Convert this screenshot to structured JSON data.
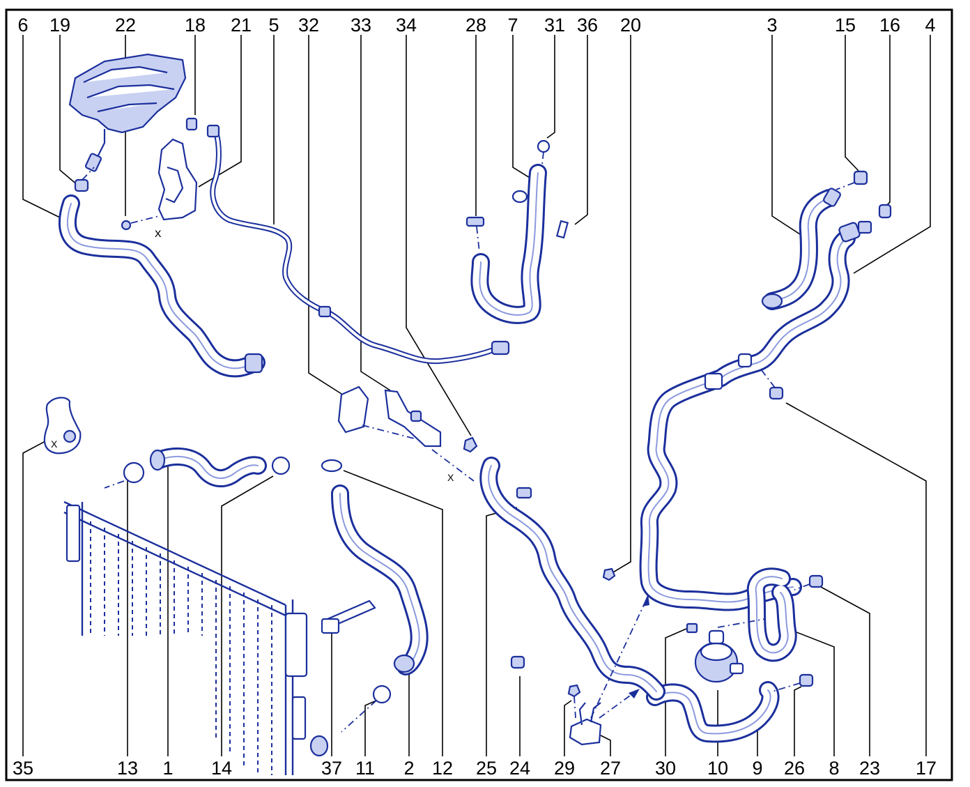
{
  "callouts": {
    "top": [
      "6",
      "19",
      "22",
      "18",
      "21",
      "5",
      "32",
      "33",
      "34",
      "28",
      "7",
      "31",
      "36",
      "20",
      "3",
      "15",
      "16",
      "4"
    ],
    "bottom": [
      "35",
      "13",
      "1",
      "14",
      "37",
      "11",
      "2",
      "12",
      "25",
      "24",
      "29",
      "27",
      "30",
      "10",
      "9",
      "26",
      "8",
      "23",
      "17"
    ]
  },
  "dimension_label": "X",
  "colors": {
    "line": "#1b2f9c",
    "text": "#000000",
    "background": "#ffffff"
  }
}
